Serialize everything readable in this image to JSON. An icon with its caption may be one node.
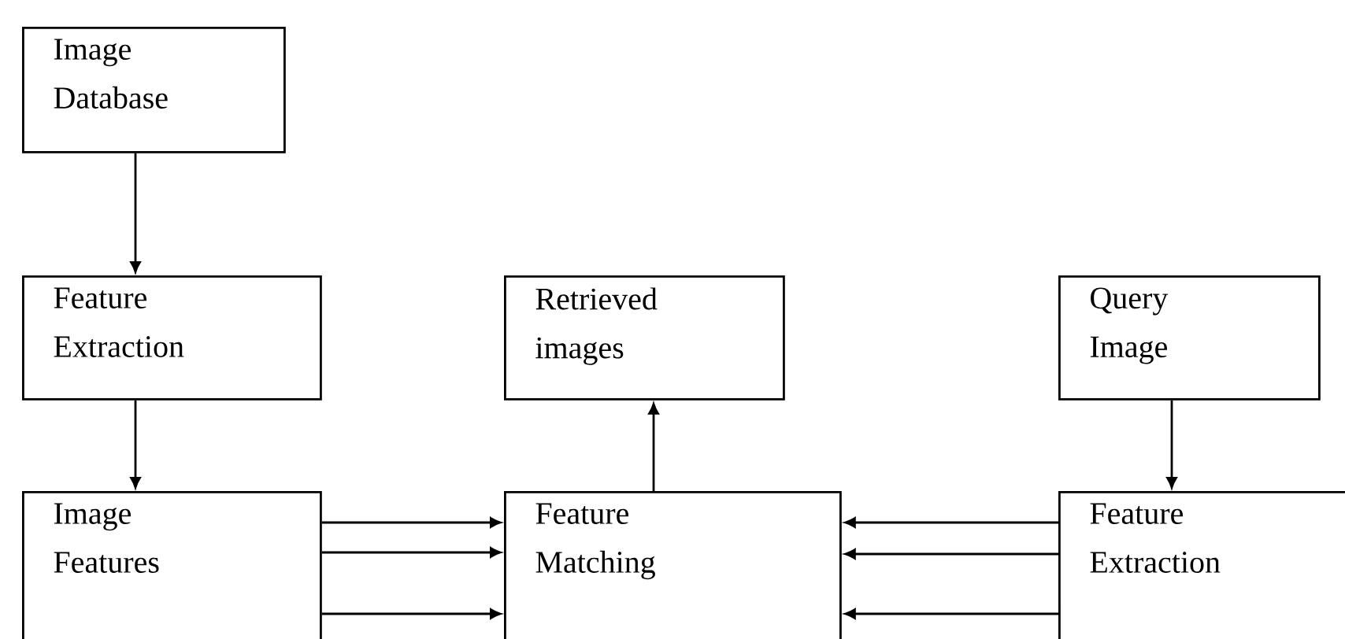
{
  "diagram": {
    "nodes": [
      {
        "text": [
          "Image Database"
        ]
      },
      {
        "text": [
          "Feature Extraction"
        ]
      },
      {
        "text": [
          "Retrieved images"
        ]
      },
      {
        "text": [
          "Query Image"
        ]
      },
      {
        "text": [
          "Image Features"
        ]
      },
      {
        "text": [
          "Feature Matching"
        ]
      },
      {
        "text": [
          "Feature Extraction"
        ]
      }
    ],
    "edges": [
      {
        "from": 0,
        "to": 1,
        "arrow": "to"
      },
      {
        "from": 1,
        "to": 4,
        "arrow": "to"
      },
      {
        "from": 5,
        "to": 2,
        "arrow": "to"
      },
      {
        "from": 3,
        "to": 6,
        "arrow": "to"
      },
      {
        "from": 4,
        "to": 5,
        "arrow": "to"
      },
      {
        "from": 4,
        "to": 5,
        "arrow": "to"
      },
      {
        "from": 4,
        "to": 5,
        "arrow": "to"
      },
      {
        "from": 6,
        "to": 5,
        "arrow": "to"
      },
      {
        "from": 6,
        "to": 5,
        "arrow": "to"
      },
      {
        "from": 6,
        "to": 5,
        "arrow": "to"
      }
    ]
  }
}
